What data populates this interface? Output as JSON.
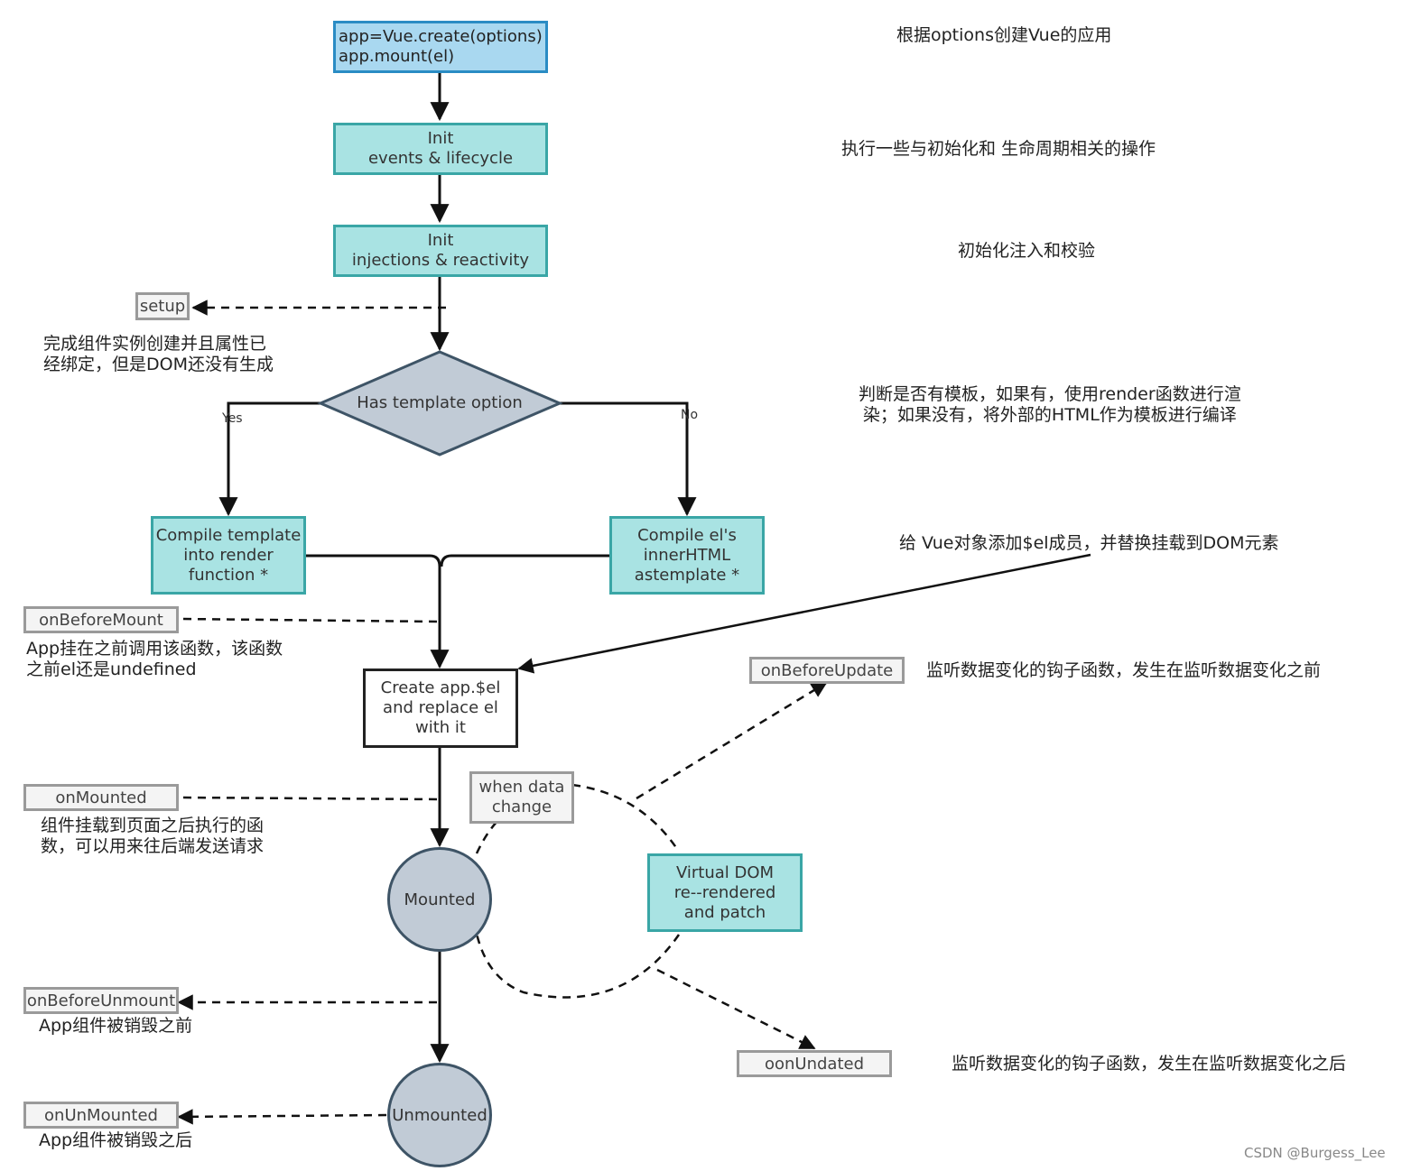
{
  "nodes": {
    "create": "app=Vue.create(options)\napp.mount(el)",
    "init_events": "Init\nevents & lifecycle",
    "init_injections": "Init\ninjections & reactivity",
    "decision": "Has template option",
    "yes_label": "Yes",
    "no_label": "No",
    "compile_template": "Compile template\ninto render\nfunction *",
    "compile_el": "Compile el's\ninnerHTML\nastemplate *",
    "create_el": "Create app.$el\nand replace el\nwith it",
    "mounted": "Mounted",
    "unmounted": "Unmounted",
    "when_data_change": "when data\nchange",
    "virtual_dom": "Virtual DOM\nre--rendered\nand patch"
  },
  "hooks": {
    "setup": "setup",
    "on_before_mount": "onBeforeMount",
    "on_mounted": "onMounted",
    "on_before_unmount": "onBeforeUnmount",
    "on_unmounted": "onUnMounted",
    "on_before_update": "onBeforeUpdate",
    "on_updated": "oonUndated"
  },
  "notes": {
    "create": "根据options创建Vue的应用",
    "init_events": "执行一些与初始化和 生命周期相关的操作",
    "init_injections": "初始化注入和校验",
    "setup": "完成组件实例创建并且属性已\n经绑定，但是DOM还没有生成",
    "decision": "判断是否有模板，如果有，使用render函数进行渲\n染；如果没有，将外部的HTML作为模板进行编译",
    "el": "给 Vue对象添加$el成员，并替换挂载到DOM元素",
    "before_mount": "App挂在之前调用该函数，该函数\n之前el还是undefined",
    "before_update": "监听数据变化的钩子函数，发生在监听数据变化之前",
    "mounted": "组件挂载到页面之后执行的函\n数，可以用来往后端发送请求",
    "updated": "监听数据变化的钩子函数，发生在监听数据变化之后",
    "before_unmount": "App组件被销毁之前",
    "unmounted": "App组件被销毁之后"
  },
  "credit": "CSDN @Burgess_Lee",
  "colors": {
    "teal_fill": "#a9e3e3",
    "teal_border": "#3aa6a6",
    "blue_fill": "#a9d8f0",
    "circle_fill": "#c1cbd6",
    "diamond_fill": "#c1cbd6"
  }
}
